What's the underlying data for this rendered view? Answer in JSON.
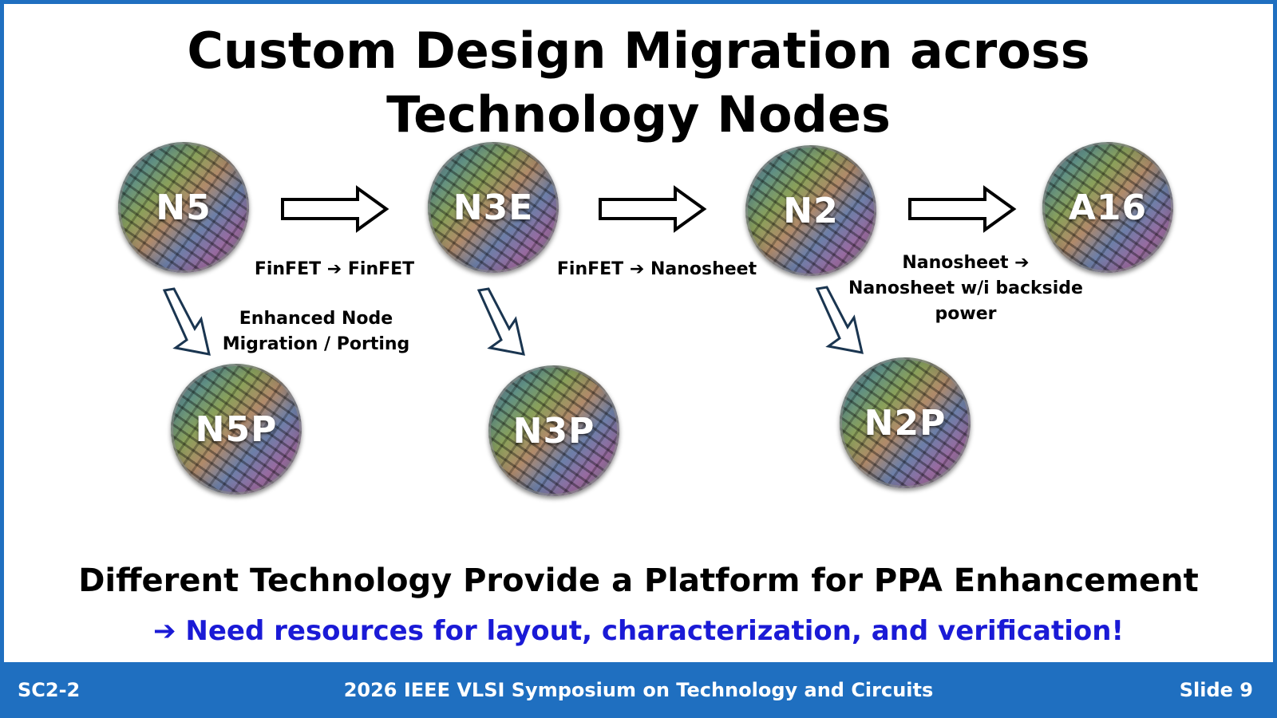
{
  "title": "Custom Design Migration across Technology Nodes",
  "nodes": {
    "n5": "N5",
    "n3e": "N3E",
    "n2": "N2",
    "a16": "A16",
    "n5p": "N5P",
    "n3p": "N3P",
    "n2p": "N2P"
  },
  "transitions": {
    "n5_to_n3e": "FinFET ➔ FinFET",
    "n3e_to_n2": "FinFET ➔ Nanosheet",
    "n2_to_a16_line1": "Nanosheet ➔",
    "n2_to_a16_line2": "Nanosheet w/i backside",
    "n2_to_a16_line3": "power",
    "enhanced_line1": "Enhanced Node",
    "enhanced_line2": "Migration / Porting"
  },
  "subtitle": "Different Technology Provide a Platform for PPA Enhancement",
  "callout": "➔ Need resources for layout, characterization, and verification!",
  "footer": {
    "left": "SC2-2",
    "center": "2026 IEEE VLSI Symposium on Technology and Circuits",
    "right": "Slide 9"
  },
  "colors": {
    "accent": "#1f6fc0",
    "callout": "#1a1ad6",
    "arrow_outline": "#1a3550"
  }
}
